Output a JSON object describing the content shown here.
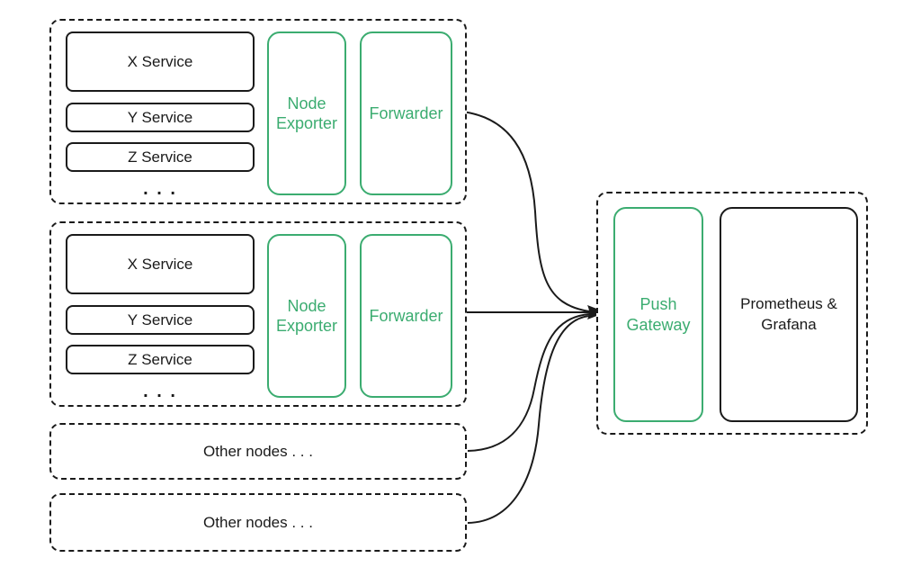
{
  "colors": {
    "green": "#3BAC70",
    "black": "#1A1A1A"
  },
  "node_group_1": {
    "services": [
      "X Service",
      "Y Service",
      "Z Service"
    ],
    "ellipsis": ". . .",
    "node_exporter_label": "Node Exporter",
    "forwarder_label": "Forwarder"
  },
  "node_group_2": {
    "services": [
      "X Service",
      "Y Service",
      "Z Service"
    ],
    "ellipsis": ". . .",
    "node_exporter_label": "Node Exporter",
    "forwarder_label": "Forwarder"
  },
  "other_nodes_1": {
    "label": "Other nodes . . ."
  },
  "other_nodes_2": {
    "label": "Other nodes . . ."
  },
  "monitoring_group": {
    "push_gateway_label": "Push Gateway",
    "prometheus_grafana_label": "Prometheus & Grafana"
  }
}
